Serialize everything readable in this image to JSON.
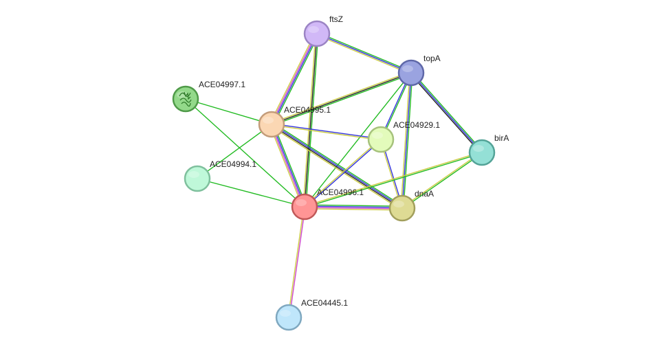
{
  "nodes": [
    {
      "id": "ftsZ",
      "label": "ftsZ",
      "fill": "#d1b8f7",
      "stroke": "#9b84c4"
    },
    {
      "id": "topA",
      "label": "topA",
      "fill": "#9aa3e0",
      "stroke": "#5f68a8"
    },
    {
      "id": "ACE04997.1",
      "label": "ACE04997.1",
      "fill": "#93d98a",
      "stroke": "#4f9a48",
      "icon": "protein-structure-icon"
    },
    {
      "id": "ACE04995.1",
      "label": "ACE04995.1",
      "fill": "#fbd7b3",
      "stroke": "#c39c7a"
    },
    {
      "id": "ACE04929.1",
      "label": "ACE04929.1",
      "fill": "#e3fbbb",
      "stroke": "#a6c27c"
    },
    {
      "id": "birA",
      "label": "birA",
      "fill": "#94e0d6",
      "stroke": "#53a397"
    },
    {
      "id": "ACE04994.1",
      "label": "ACE04994.1",
      "fill": "#bff8d9",
      "stroke": "#7fc09d"
    },
    {
      "id": "ACE04996.1",
      "label": "ACE04996.1",
      "fill": "#ff9595",
      "stroke": "#c05858"
    },
    {
      "id": "dnaA",
      "label": "dnaA",
      "fill": "#dedb94",
      "stroke": "#a29f5c"
    },
    {
      "id": "ACE04445.1",
      "label": "ACE04445.1",
      "fill": "#bfe6fb",
      "stroke": "#7fa8c0"
    }
  ],
  "edges": [
    {
      "source": "ftsZ",
      "target": "topA",
      "colors": [
        "#22bb22",
        "#3333dd",
        "#cccc44"
      ]
    },
    {
      "source": "ftsZ",
      "target": "ACE04995.1",
      "colors": [
        "#22bb22",
        "#3333dd",
        "#cc44cc",
        "#cccc44"
      ]
    },
    {
      "source": "ftsZ",
      "target": "ACE04996.1",
      "colors": [
        "#22bb22",
        "#222222",
        "#cccc44"
      ]
    },
    {
      "source": "topA",
      "target": "ACE04995.1",
      "colors": [
        "#22bb22",
        "#222222",
        "#cccc44"
      ]
    },
    {
      "source": "topA",
      "target": "ACE04929.1",
      "colors": [
        "#22bb22",
        "#3333dd"
      ]
    },
    {
      "source": "topA",
      "target": "birA",
      "colors": [
        "#22bb22",
        "#3333dd",
        "#222222"
      ]
    },
    {
      "source": "topA",
      "target": "ACE04996.1",
      "colors": [
        "#22bb22"
      ]
    },
    {
      "source": "topA",
      "target": "dnaA",
      "colors": [
        "#22bb22",
        "#3333dd",
        "#cccc44"
      ]
    },
    {
      "source": "ACE04997.1",
      "target": "ACE04995.1",
      "colors": [
        "#22bb22"
      ]
    },
    {
      "source": "ACE04997.1",
      "target": "ACE04996.1",
      "colors": [
        "#22bb22"
      ]
    },
    {
      "source": "ACE04995.1",
      "target": "ACE04929.1",
      "colors": [
        "#3333dd",
        "#cccc44"
      ]
    },
    {
      "source": "ACE04995.1",
      "target": "ACE04996.1",
      "colors": [
        "#22bb22",
        "#3333dd",
        "#cc44cc",
        "#cccc44"
      ]
    },
    {
      "source": "ACE04995.1",
      "target": "dnaA",
      "colors": [
        "#22bb22",
        "#3333dd",
        "#222222",
        "#cccc44"
      ]
    },
    {
      "source": "ACE04995.1",
      "target": "ACE04994.1",
      "colors": [
        "#22bb22"
      ]
    },
    {
      "source": "ACE04929.1",
      "target": "ACE04996.1",
      "colors": [
        "#3333dd",
        "#cccc44"
      ]
    },
    {
      "source": "ACE04929.1",
      "target": "dnaA",
      "colors": [
        "#3333dd",
        "#cccc44"
      ]
    },
    {
      "source": "birA",
      "target": "ACE04996.1",
      "colors": [
        "#22bb22",
        "#cccc44"
      ]
    },
    {
      "source": "birA",
      "target": "dnaA",
      "colors": [
        "#22bb22",
        "#cccc44"
      ]
    },
    {
      "source": "ACE04994.1",
      "target": "ACE04996.1",
      "colors": [
        "#22bb22"
      ]
    },
    {
      "source": "ACE04996.1",
      "target": "dnaA",
      "colors": [
        "#22bb22",
        "#3333dd",
        "#cc44cc",
        "#cccc44"
      ]
    },
    {
      "source": "ACE04996.1",
      "target": "ACE04445.1",
      "colors": [
        "#cc44cc",
        "#cccc44"
      ]
    }
  ]
}
